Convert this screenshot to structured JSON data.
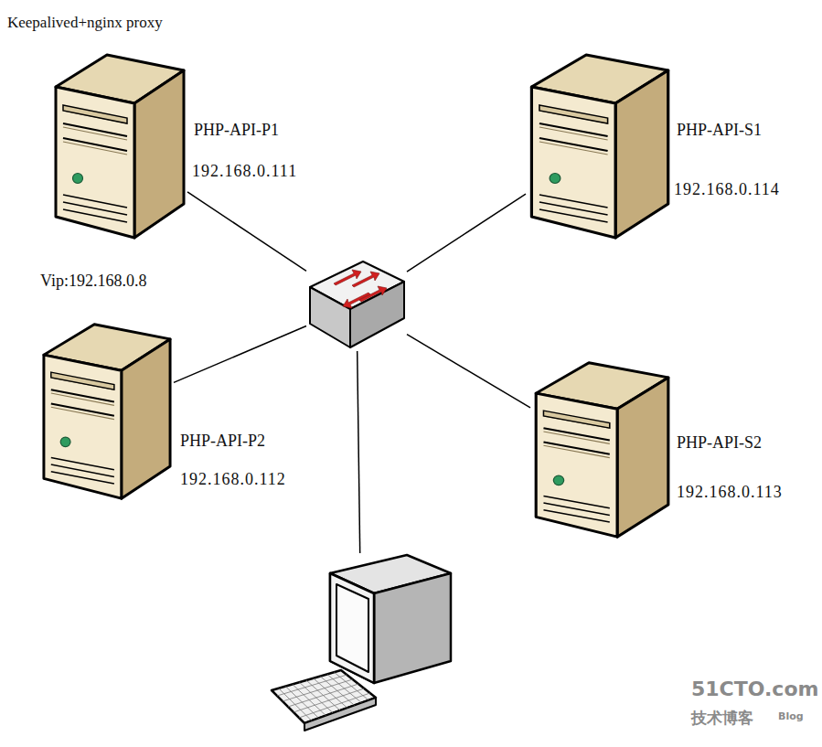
{
  "diagram": {
    "title": "Keepalived+nginx proxy",
    "nodes": [
      {
        "text": [
          "PHP-API-P1",
          "192.168.0.111"
        ]
      },
      {
        "text": [
          "PHP-API-S1",
          "192.168.0.114"
        ]
      },
      {
        "text": []
      },
      {
        "text": [
          "PHP-API-P2",
          "192.168.0.112"
        ]
      },
      {
        "text": [
          "PHP-API-S2",
          "192.168.0.113"
        ]
      },
      {
        "text": []
      }
    ],
    "edges": [
      {
        "from": 0,
        "to": 2,
        "arrow": "none"
      },
      {
        "from": 1,
        "to": 2,
        "arrow": "none"
      },
      {
        "from": 3,
        "to": 2,
        "arrow": "none"
      },
      {
        "from": 4,
        "to": 2,
        "arrow": "none"
      },
      {
        "from": 5,
        "to": 2,
        "arrow": "none"
      }
    ],
    "labels": [
      "Vip:192.168.0.8",
      "51CTO.com",
      "技术博客",
      "Blog"
    ]
  }
}
